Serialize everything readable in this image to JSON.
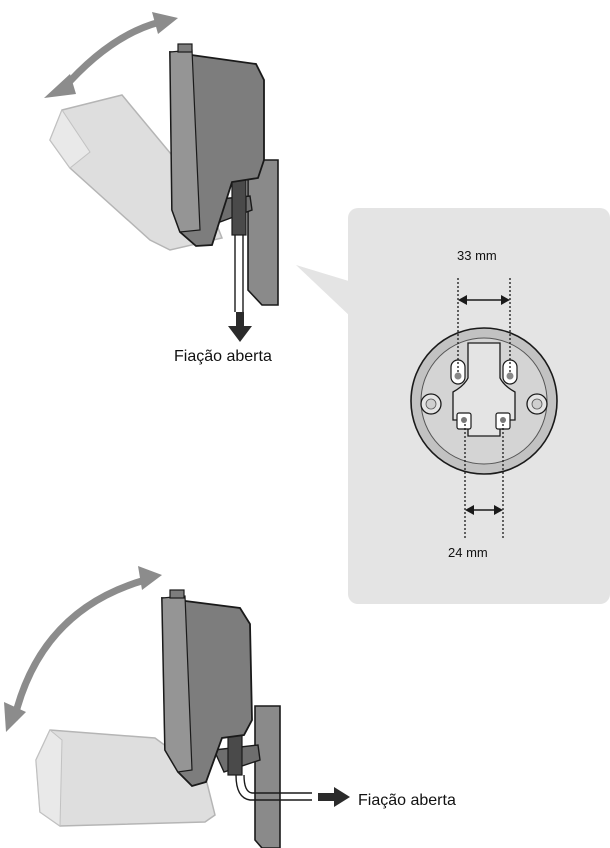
{
  "labels": {
    "top_wiring": "Fiação aberta",
    "bottom_wiring": "Fiação aberta",
    "dim_top": "33 mm",
    "dim_bottom": "24 mm"
  },
  "colors": {
    "panel": "#e4e4e4",
    "arrow_gray": "#8c8c8c",
    "camera_body": "#7d7d7d",
    "camera_light": "#d6d6d6",
    "outline": "#1a1a1a"
  },
  "icons": [
    "rotate-arrow-icon",
    "down-arrow-icon",
    "right-arrow-icon"
  ]
}
